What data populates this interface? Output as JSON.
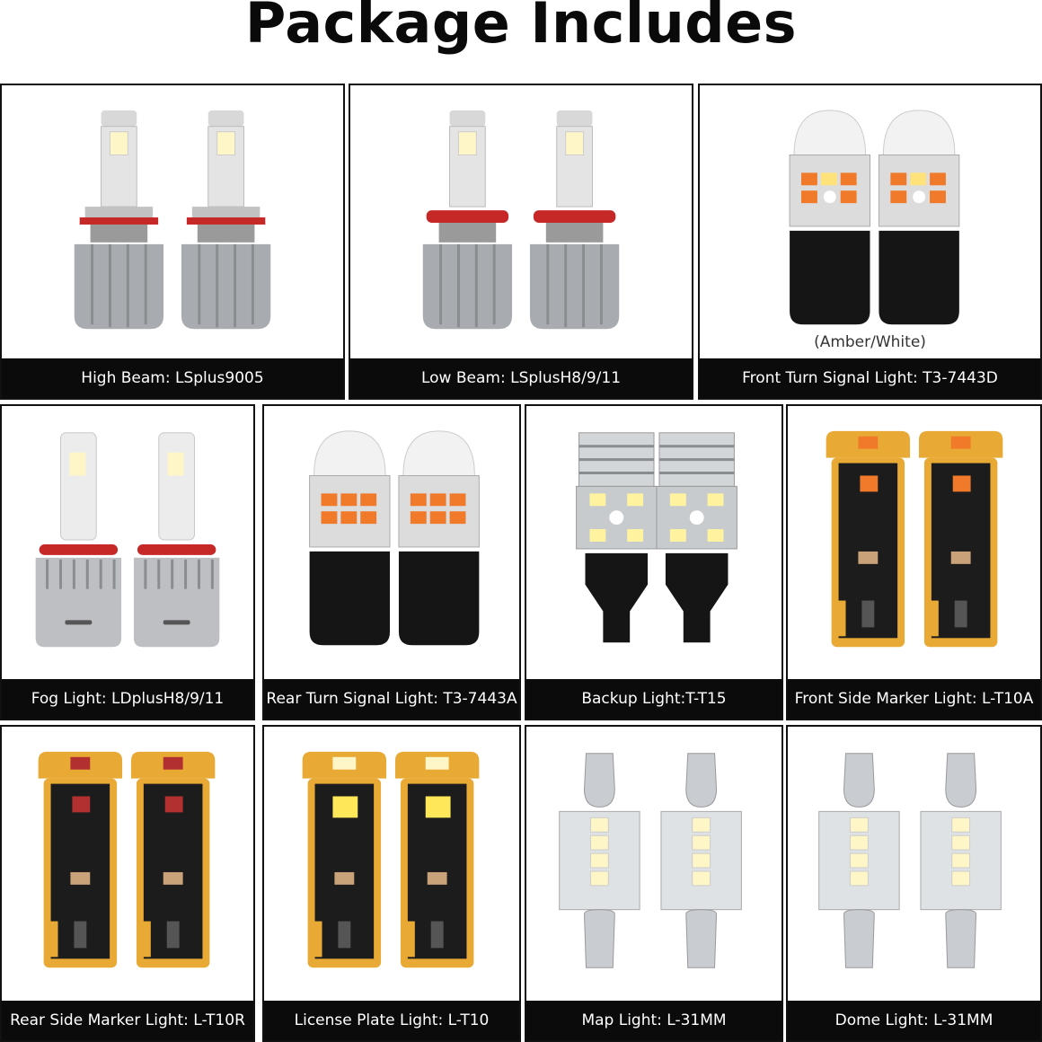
{
  "title": "Package Includes",
  "items": [
    {
      "caption": "High Beam: LSplus9005",
      "icon": "headlight-bulb-icon"
    },
    {
      "caption": "Low Beam: LSplusH8/9/11",
      "icon": "headlight-bulb-icon"
    },
    {
      "caption": "Front Turn Signal Light: T3-7443D",
      "icon": "turn-signal-bulb-icon",
      "note": "(Amber/White)"
    },
    {
      "caption": "Fog Light: LDplusH8/9/11",
      "icon": "fog-bulb-icon"
    },
    {
      "caption": "Rear Turn Signal Light: T3-7443A",
      "icon": "turn-signal-bulb-icon"
    },
    {
      "caption": "Backup Light:T-T15",
      "icon": "backup-bulb-icon"
    },
    {
      "caption": "Front Side Marker Light: L-T10A",
      "icon": "wedge-bulb-icon"
    },
    {
      "caption": "Rear Side Marker Light: L-T10R",
      "icon": "wedge-bulb-icon"
    },
    {
      "caption": "License Plate Light: L-T10",
      "icon": "wedge-bulb-icon"
    },
    {
      "caption": "Map Light: L-31MM",
      "icon": "festoon-bulb-icon"
    },
    {
      "caption": "Dome Light: L-31MM",
      "icon": "festoon-bulb-icon"
    }
  ],
  "colors": {
    "caption_bg": "#0b0b0b",
    "amber": "#f07a2a",
    "gold": "#e8a935",
    "red_ring": "#c62828",
    "silver": "#b9bdc2"
  }
}
